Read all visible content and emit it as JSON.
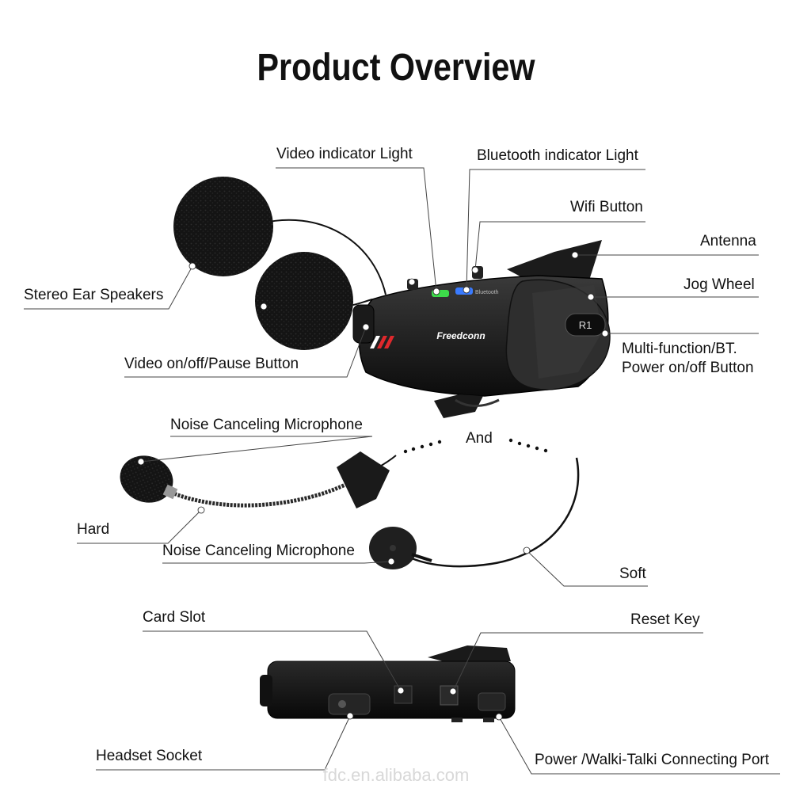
{
  "title": "Product Overview",
  "labels": {
    "video_indicator_light": "Video indicator Light",
    "bluetooth_indicator_light": "Bluetooth indicator Light",
    "wifi_button": "Wifi Button",
    "antenna": "Antenna",
    "jog_wheel": "Jog Wheel",
    "stereo_ear_speakers": "Stereo Ear Speakers",
    "multi_function_line1": "Multi-function/BT.",
    "multi_function_line2": "Power on/off Button",
    "video_pause_button": "Video on/off/Pause Button",
    "noise_mic_top": "Noise Canceling Microphone",
    "and": "And",
    "hard": "Hard",
    "noise_mic_bottom": "Noise Canceling Microphone",
    "soft": "Soft",
    "card_slot": "Card Slot",
    "reset_key": "Reset Key",
    "headset_socket": "Headset Socket",
    "power_port": "Power /Walki-Talki Connecting Port"
  },
  "device": {
    "brand": "Freedconn",
    "model": "R1",
    "bluetooth_text": "Bluetooth"
  },
  "watermark": "fdc.en.alibaba.com",
  "colors": {
    "video_led": "#3ddc4a",
    "bluetooth_led": "#3a7bff",
    "stripe_red": "#e0282c"
  }
}
